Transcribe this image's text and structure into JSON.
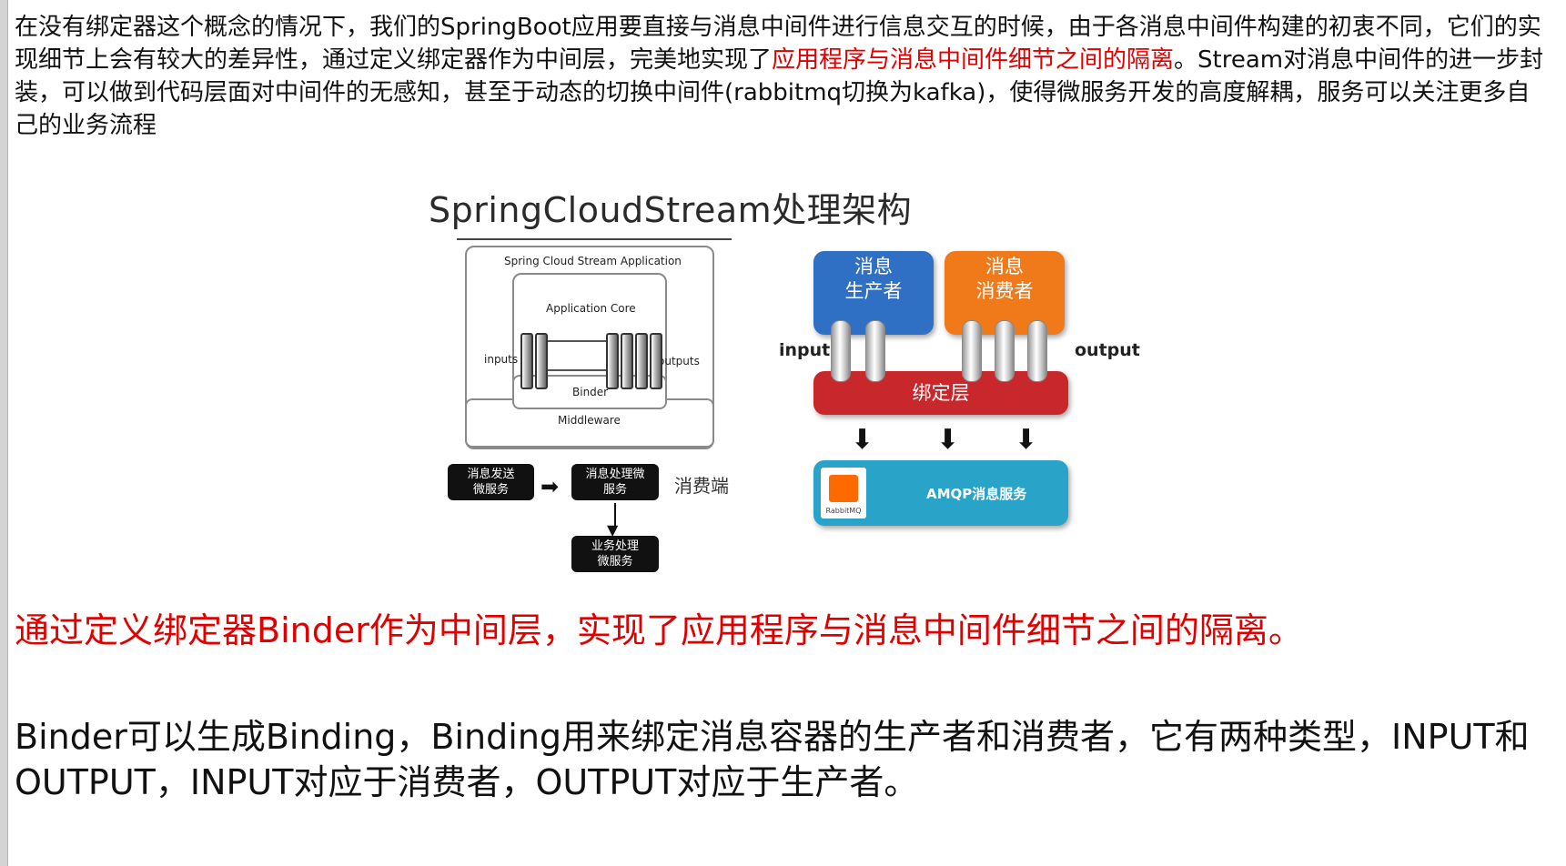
{
  "intro": {
    "before_red": "在没有绑定器这个概念的情况下，我们的SpringBoot应用要直接与消息中间件进行信息交互的时候，由于各消息中间件构建的初衷不同，它们的实现细节上会有较大的差异性，通过定义绑定器作为中间层，完美地实现了",
    "red": "应用程序与消息中间件细节之间的隔离",
    "after_red": "。Stream对消息中间件的进一步封装，可以做到代码层面对中间件的无感知，甚至于动态的切换中间件(rabbitmq切换为kafka)，使得微服务开发的高度解耦，服务可以关注更多自己的业务流程"
  },
  "figure": {
    "title": "SpringCloudStream处理架构",
    "left": {
      "app_label": "Spring Cloud Stream Application",
      "core_label": "Application Core",
      "inputs_label": "inputs",
      "outputs_label": "outputs",
      "binder_label": "Binder",
      "middleware_label": "Middleware",
      "send_label": "消息发送\n微服务",
      "process_label": "消息处理微\n服务",
      "consumer_side_label": "消费端",
      "business_label": "业务处理\n微服务"
    },
    "right": {
      "producer_label": "消息\n生产者",
      "consumer_label": "消息\n消费者",
      "input_label": "input",
      "output_label": "output",
      "binding_layer_label": "绑定层",
      "amqp_label": "AMQP消息服务",
      "rabbitmq_label": "RabbitMQ",
      "colors": {
        "producer": "#2f6fc4",
        "consumer": "#f07a1a",
        "binding_layer": "#c8282b",
        "amqp": "#2aa3c9"
      }
    }
  },
  "highlight": "通过定义绑定器Binder作为中间层，实现了应用程序与消息中间件细节之间的隔离。",
  "binder_text": "Binder可以生成Binding，Binding用来绑定消息容器的生产者和消费者，它有两种类型，INPUT和OUTPUT，INPUT对应于消费者，OUTPUT对应于生产者。"
}
